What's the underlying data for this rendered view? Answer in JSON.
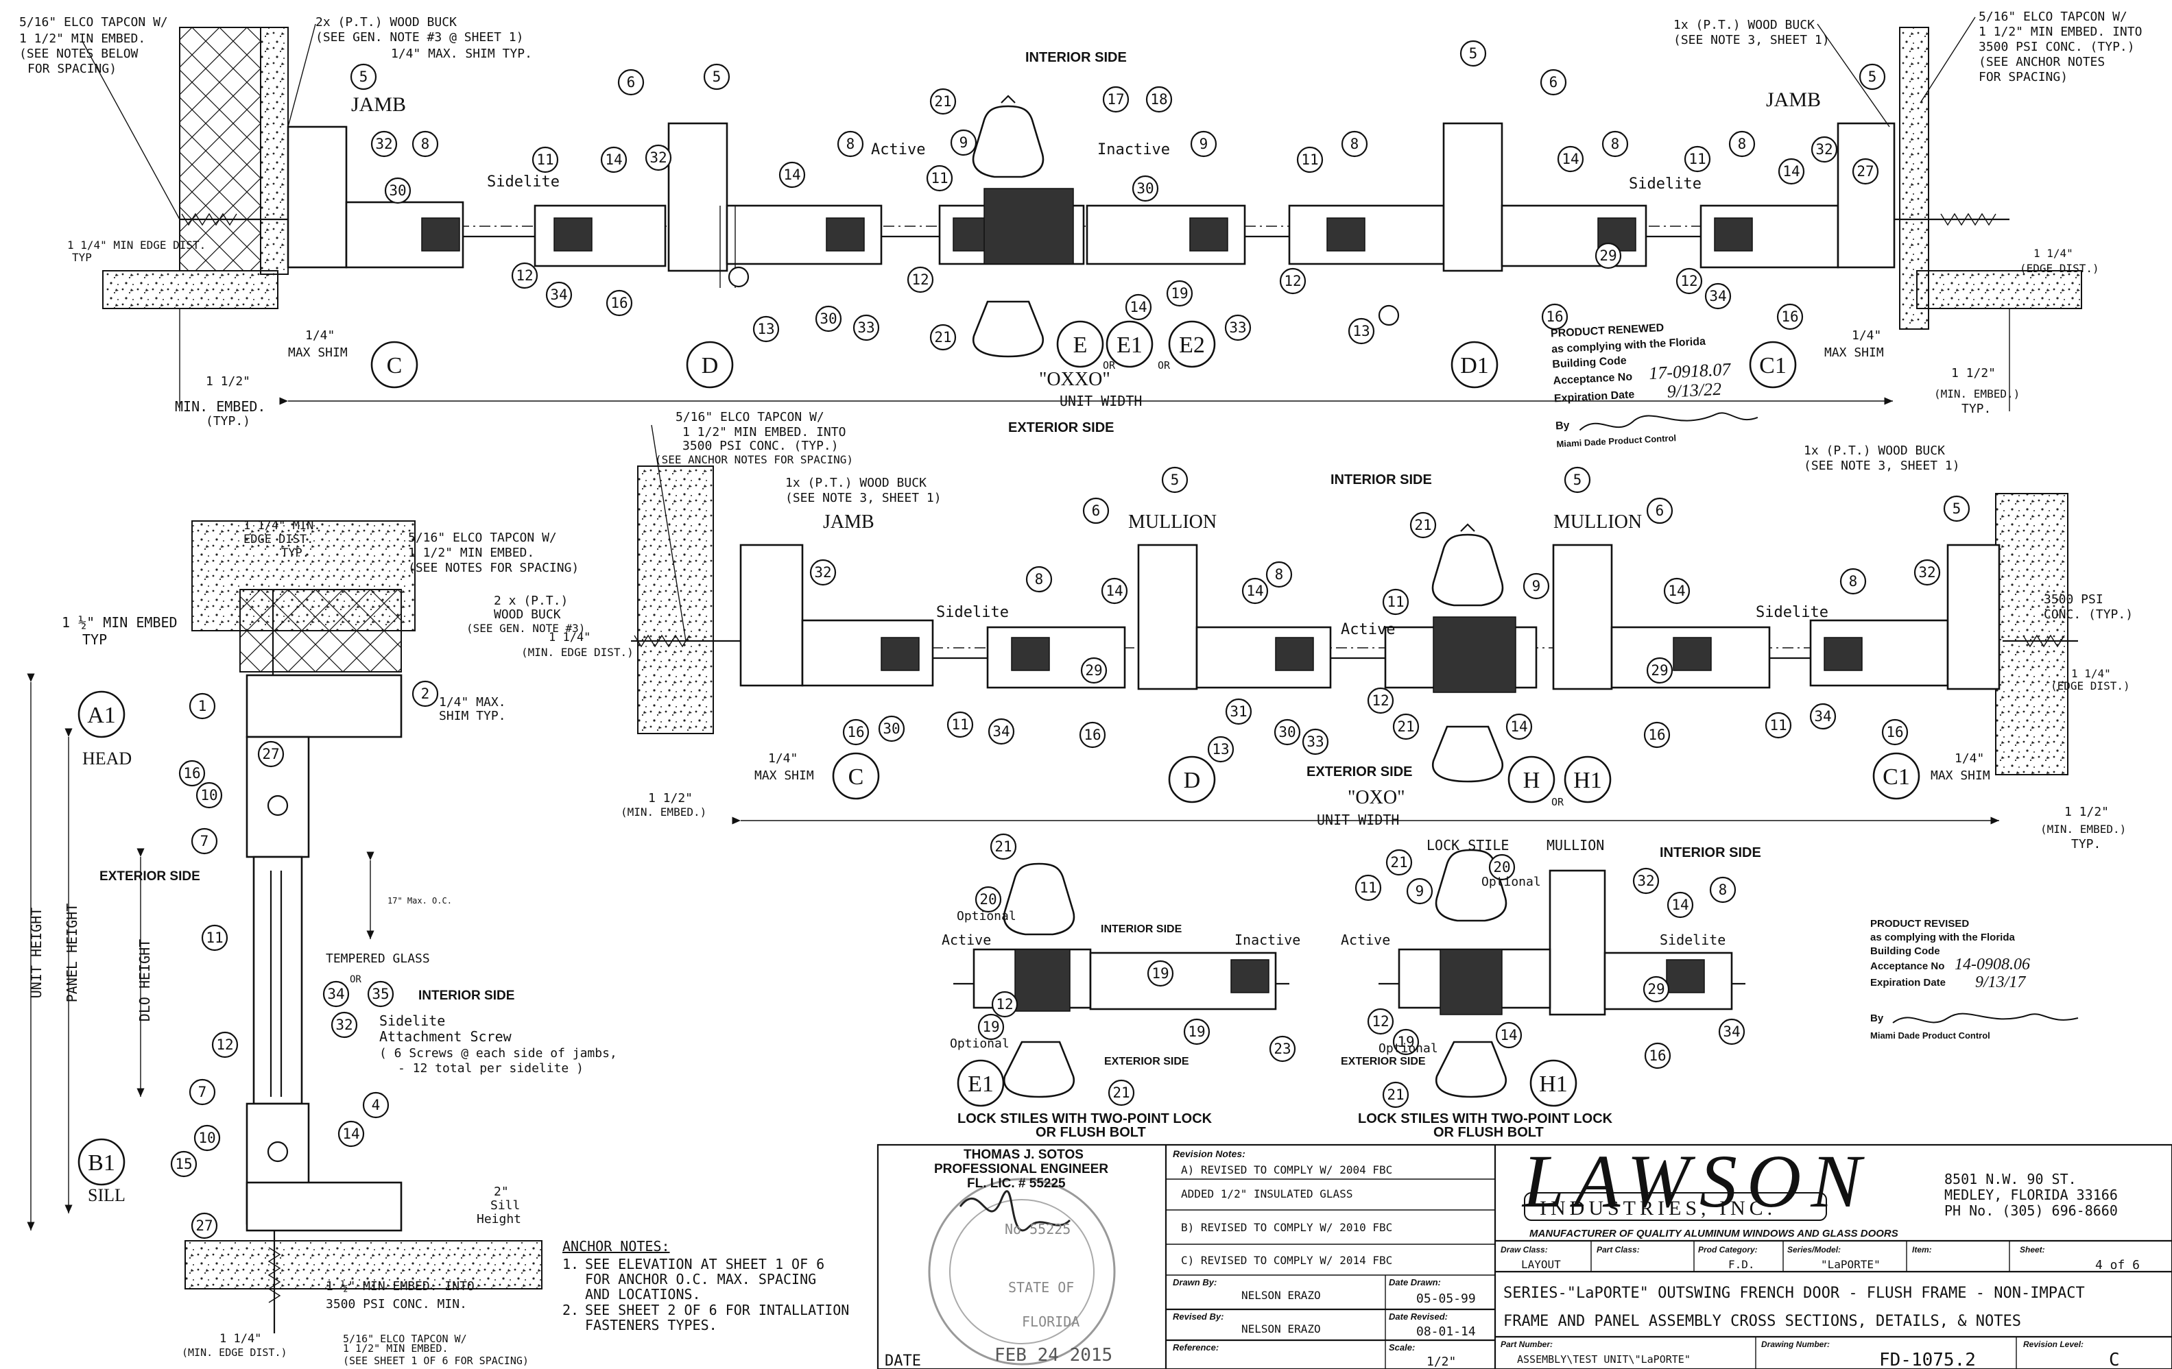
{
  "top_section": {
    "anchor_left": [
      "5/16\" ELCO TAPCON W/",
      "1 1/2\" MIN EMBED.",
      "(SEE NOTES BELOW",
      "FOR SPACING)"
    ],
    "buck_left": [
      "2x (P.T.) WOOD BUCK",
      "(SEE GEN. NOTE #3 @ SHEET 1)"
    ],
    "shim_max": "1/4\" MAX. SHIM TYP.",
    "interior_side": "INTERIOR SIDE",
    "exterior_side": "EXTERIOR SIDE",
    "buck_right": [
      "1x (P.T.) WOOD BUCK",
      "(SEE NOTE 3, SHEET 1)"
    ],
    "anchor_right": [
      "5/16\" ELCO TAPCON W/",
      "1 1/2\" MIN EMBED. INTO",
      "3500 PSI CONC. (TYP.)",
      "(SEE ANCHOR NOTES",
      "FOR SPACING)"
    ],
    "jamb": "JAMB",
    "sidelite": "Sidelite",
    "active": "Active",
    "inactive": "Inactive",
    "edge_dist": [
      "1 1/4\" MIN EDGE DIST.",
      "TYP"
    ],
    "edge_dist_right": [
      "1 1/4\"",
      "(EDGE DIST.)"
    ],
    "shim_left": [
      "1/4\"",
      "MAX SHIM"
    ],
    "shim_right": [
      "1/4\"",
      "MAX SHIM"
    ],
    "min_embed_left": [
      "1 1/2\"",
      "MIN. EMBED.",
      "(TYP.)"
    ],
    "min_embed_right": [
      "1 1/2\"",
      "(MIN. EMBED.)",
      "TYP."
    ],
    "config": "\"OXXO\"",
    "unit_width": "UNIT WIDTH",
    "or": "OR",
    "detail_labels": [
      "C",
      "D",
      "E",
      "E1",
      "E2",
      "D1",
      "C1"
    ]
  },
  "stamp_top": {
    "lines": [
      "PRODUCT RENEWED",
      "as complying with the Florida",
      "Building Code",
      "Acceptance No",
      "Expiration Date",
      "By",
      "Miami Dade Product Control"
    ],
    "acceptance_no": "17-0918.07",
    "expiration": "9/13/22"
  },
  "mid_section": {
    "anchor_left": [
      "5/16\" ELCO TAPCON W/",
      "1 1/2\" MIN EMBED. INTO",
      "3500 PSI CONC. (TYP.)",
      "(SEE ANCHOR NOTES FOR SPACING)"
    ],
    "buck_left": [
      "1x (P.T.) WOOD BUCK",
      "(SEE NOTE 3, SHEET 1)"
    ],
    "interior_side": "INTERIOR SIDE",
    "exterior_side": "EXTERIOR SIDE",
    "buck_right": [
      "1x (P.T.) WOOD BUCK",
      "(SEE NOTE 3, SHEET 1)"
    ],
    "jamb": "JAMB",
    "mullion": "MULLION",
    "sidelite": "Sidelite",
    "active": "Active",
    "edge_left": [
      "1 1/4\"",
      "(MIN. EDGE DIST.)"
    ],
    "edge_right": [
      "1 1/4\"",
      "(EDGE DIST.)"
    ],
    "conc_right": [
      "3500 PSI",
      "CONC. (TYP.)"
    ],
    "shim_left": [
      "1/4\"",
      "MAX SHIM"
    ],
    "shim_right": [
      "1/4\"",
      "MAX SHIM"
    ],
    "min_embed_left": [
      "1 1/2\"",
      "(MIN. EMBED.)"
    ],
    "min_embed_right": [
      "1 1/2\"",
      "(MIN. EMBED.)",
      "TYP."
    ],
    "config": "\"OXO\"",
    "unit_width": "UNIT WIDTH",
    "or": "OR",
    "detail_labels": [
      "C",
      "D",
      "H",
      "H1",
      "C1"
    ]
  },
  "vertical_section": {
    "edge_dist": [
      "1 1/4\" MIN.",
      "EDGE DIST.",
      "TYP."
    ],
    "anchor": [
      "5/16\" ELCO TAPCON W/",
      "1 1/2\" MIN EMBED.",
      "(SEE NOTES FOR SPACING)"
    ],
    "min_embed": [
      "1 ½\" MIN EMBED",
      "TYP"
    ],
    "buck": [
      "2 x (P.T.)",
      "WOOD BUCK",
      "(SEE GEN. NOTE #3)"
    ],
    "shim": [
      "1/4\" MAX.",
      "SHIM TYP."
    ],
    "head": "HEAD",
    "sill": "SILL",
    "exterior_side": "EXTERIOR SIDE",
    "interior_side": "INTERIOR SIDE",
    "max_oc": "17\" Max. O.C.",
    "tempered_glass": "TEMPERED GLASS",
    "or": "OR",
    "unit_height": "UNIT HEIGHT",
    "panel_height": "PANEL HEIGHT",
    "dlo_height": "DLO HEIGHT",
    "sidelite_note": [
      "Sidelite",
      "Attachment Screw",
      "( 6 Screws @ each side of jambs,",
      "- 12 total per sidelite )"
    ],
    "sill_height": [
      "2\"",
      "Sill",
      "Height"
    ],
    "min_embed_conc": [
      "1 ½\" MIN EMBED. INTO",
      "3500 PSI CONC. MIN."
    ],
    "bottom_edge": [
      "1 1/4\"",
      "(MIN. EDGE DIST.)"
    ],
    "bottom_anchor": [
      "5/16\" ELCO TAPCON W/",
      "1 1/2\" MIN EMBED.",
      "(SEE SHEET 1 OF 6 FOR SPACING)"
    ],
    "detail_labels": [
      "A1",
      "B1"
    ]
  },
  "lock_details": {
    "optional": "Optional",
    "active": "Active",
    "inactive": "Inactive",
    "interior_side": "INTERIOR SIDE",
    "exterior_side": "EXTERIOR SIDE",
    "lock_stile": "LOCK STILE",
    "mullion": "MULLION",
    "sidelite": "Sidelite",
    "caption_e1": [
      "LOCK STILES WITH TWO-POINT LOCK",
      "OR FLUSH BOLT"
    ],
    "caption_h1": [
      "LOCK STILES WITH TWO-POINT LOCK",
      "OR FLUSH BOLT"
    ],
    "detail_labels": [
      "E1",
      "H1"
    ]
  },
  "stamp_bottom": {
    "lines": [
      "PRODUCT REVISED",
      "as complying with the Florida",
      "Building Code",
      "Acceptance No",
      "Expiration Date",
      "By",
      "Miami Dade Product Control"
    ],
    "acceptance_no": "14-0908.06",
    "expiration": "9/13/17"
  },
  "anchor_notes": {
    "title": "ANCHOR NOTES:",
    "items": [
      [
        "1.",
        "SEE ELEVATION AT SHEET 1 OF 6",
        "FOR ANCHOR O.C. MAX. SPACING",
        "AND LOCATIONS."
      ],
      [
        "2.",
        "SEE SHEET 2 OF 6 FOR INTALLATION",
        "FASTENERS TYPES."
      ]
    ]
  },
  "title_block": {
    "engineer": [
      "THOMAS J. SOTOS",
      "PROFESSIONAL ENGINEER",
      "FL. LIC. # 55225"
    ],
    "seal": [
      "No 55225",
      "STATE OF",
      "FLORIDA"
    ],
    "date_label": "DATE",
    "date_value": "FEB 24 2015",
    "revision_title": "Revision Notes:",
    "revisions": [
      "A) REVISED TO COMPLY W/ 2004 FBC",
      "ADDED 1/2\" INSULATED GLASS",
      "B) REVISED TO COMPLY W/ 2010 FBC",
      "C) REVISED TO COMPLY W/ 2014 FBC"
    ],
    "drawn_by_label": "Drawn By:",
    "drawn_by": "NELSON   ERAZO",
    "date_drawn_label": "Date Drawn:",
    "date_drawn": "05-05-99",
    "revised_by_label": "Revised By:",
    "revised_by": "NELSON   ERAZO",
    "date_revised_label": "Date Revised:",
    "date_revised": "08-01-14",
    "reference_label": "Reference:",
    "scale_label": "Scale:",
    "scale": "1/2\"",
    "company": "LAWSON",
    "company_sub": "INDUSTRIES, INC.",
    "tagline": "MANUFACTURER OF QUALITY ALUMINUM WINDOWS AND GLASS DOORS",
    "address": [
      "8501 N.W. 90 ST.",
      "MEDLEY, FLORIDA 33166",
      "PH No. (305) 696-8660"
    ],
    "draw_class_label": "Draw Class:",
    "draw_class": "LAYOUT",
    "part_class_label": "Part Class:",
    "prod_category_label": "Prod Category:",
    "prod_category": "F.D.",
    "series_model_label": "Series/Model:",
    "series_model": "\"LaPORTE\"",
    "item_label": "Item:",
    "sheet_label": "Sheet:",
    "sheet": "4 of 6",
    "desc_line1": "SERIES-\"LaPORTE\"  OUTSWING FRENCH DOOR - FLUSH FRAME - NON-IMPACT",
    "desc_line2": "FRAME AND PANEL ASSEMBLY CROSS SECTIONS, DETAILS, & NOTES",
    "part_number_label": "Part Number:",
    "part_number": "ASSEMBLY\\TEST UNIT\\\"LaPORTE\"",
    "drawing_number_label": "Drawing Number:",
    "drawing_number": "FD-1075.2",
    "revision_level_label": "Revision Level:",
    "revision_level": "C"
  }
}
